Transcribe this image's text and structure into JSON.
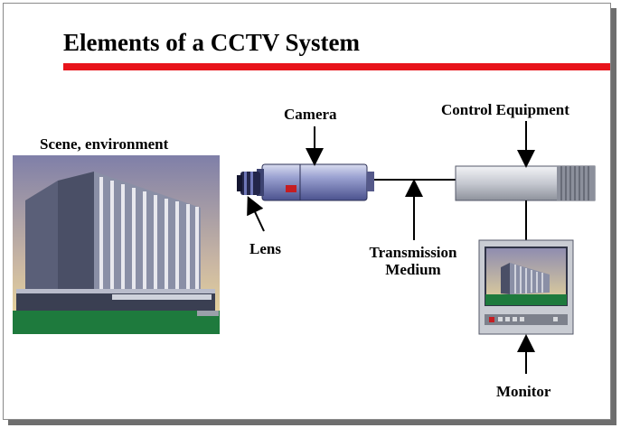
{
  "title": "Elements of a CCTV System",
  "labels": {
    "scene": "Scene, environment",
    "camera": "Camera",
    "control": "Control Equipment",
    "lens": "Lens",
    "transmission_line1": "Transmission",
    "transmission_line2": "Medium",
    "monitor": "Monitor"
  },
  "colors": {
    "accent_rule": "#e8141b",
    "camera_body": "#6f77b8",
    "control_box": "#c9ccd2",
    "ground": "#1e7a3d",
    "sky_top": "#7f7fa8",
    "sky_bottom": "#e8d7a0"
  },
  "icons": [
    "building-image",
    "camera-icon",
    "lens-icon",
    "control-unit-icon",
    "monitor-icon"
  ]
}
